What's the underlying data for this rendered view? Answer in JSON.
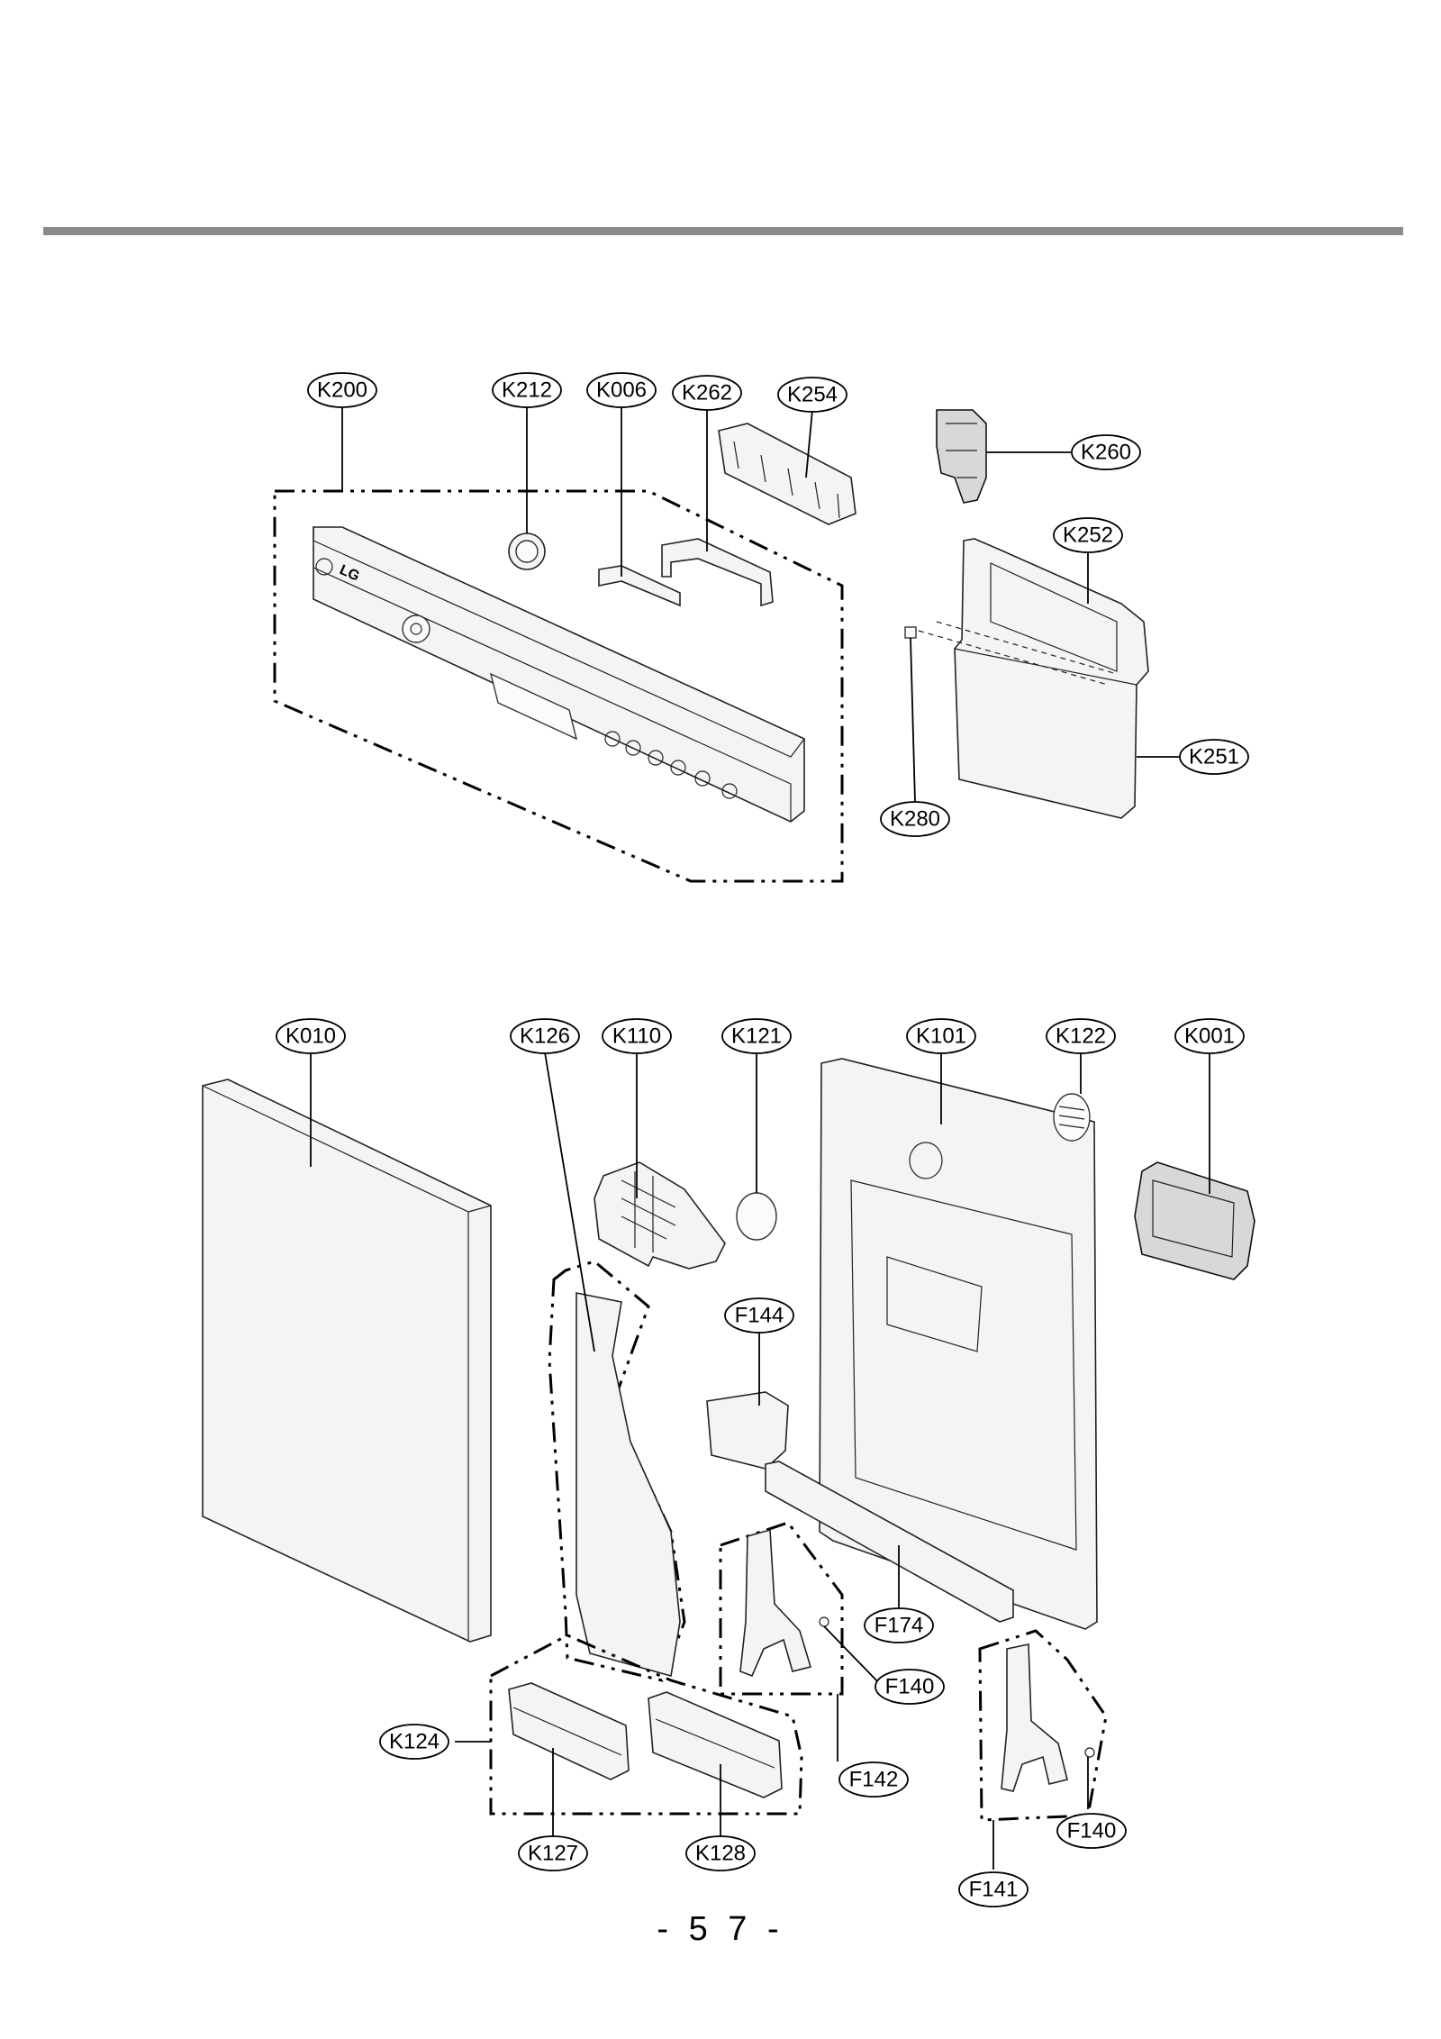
{
  "page_number": "- 5 7 -",
  "colors": {
    "rule": "#8a8a8a",
    "line": "#000000"
  },
  "callouts": {
    "K200": "K200",
    "K212": "K212",
    "K006": "K006",
    "K262": "K262",
    "K254": "K254",
    "K260": "K260",
    "K252": "K252",
    "K251": "K251",
    "K280": "K280",
    "K010": "K010",
    "K126": "K126",
    "K110": "K110",
    "K121": "K121",
    "K101": "K101",
    "K122": "K122",
    "K001": "K001",
    "F144": "F144",
    "F174": "F174",
    "F140a": "F140",
    "F142": "F142",
    "K124": "K124",
    "K127": "K127",
    "K128": "K128",
    "F140b": "F140",
    "F141": "F141"
  },
  "logo_text": "LG"
}
